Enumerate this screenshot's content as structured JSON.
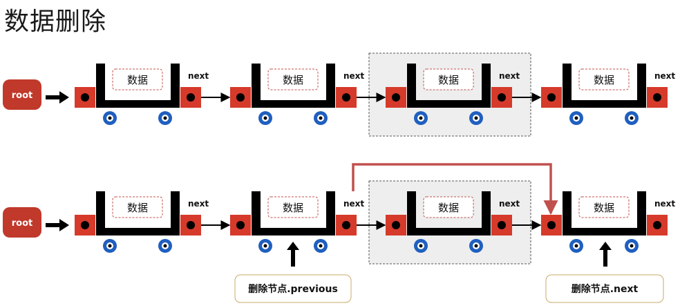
{
  "page": {
    "title": "数据删除"
  },
  "diagram": {
    "root_label": "root",
    "node_data_label": "数据",
    "next_label": "next",
    "rows": [
      {
        "nodes": 4,
        "highlight_node": 3
      },
      {
        "nodes": 4,
        "highlight_node": 3
      }
    ],
    "callouts": {
      "previous": "删除节点.previous",
      "next": "删除节点.next"
    },
    "colors": {
      "pointer_box": "#d53a2a",
      "wheel": "#1f5fbf",
      "bypass_arrow": "#c0504d",
      "highlight_fill": "#eeeeee",
      "root_fill": "#c0392b"
    }
  }
}
